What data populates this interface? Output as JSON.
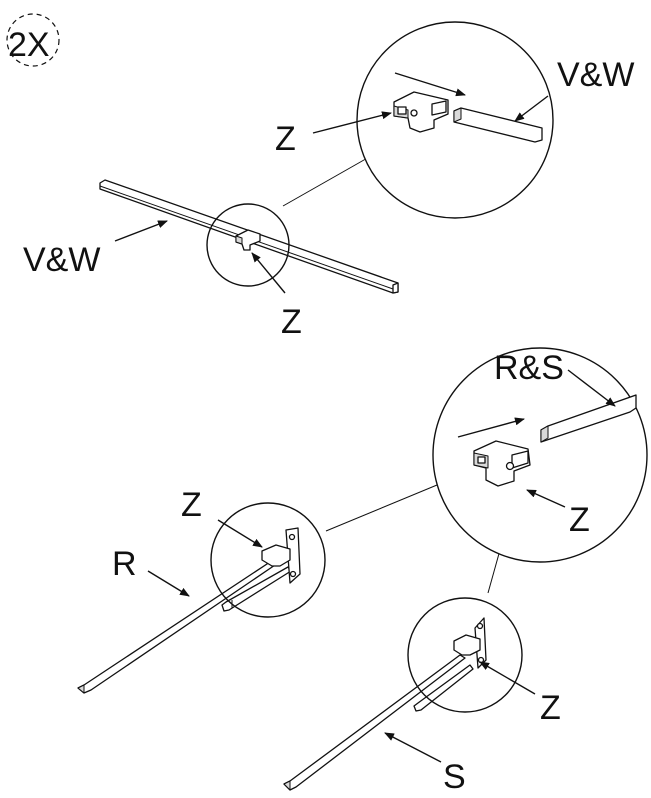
{
  "quantity_badge": {
    "text": "2X"
  },
  "labels": {
    "top_detail_rail": "V&W",
    "top_detail_connector": "Z",
    "top_rail": "V&W",
    "top_connector": "Z",
    "bottom_detail_rail": "R&S",
    "bottom_detail_connector": "Z",
    "left_connector": "Z",
    "left_rail": "R",
    "right_connector": "Z",
    "right_rail": "S"
  },
  "colors": {
    "line": "#111111",
    "background": "#ffffff",
    "shade": "#d9d9d9"
  }
}
